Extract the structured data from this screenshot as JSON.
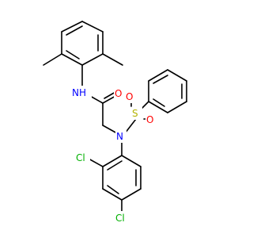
{
  "molecule": {
    "atoms": {
      "nh": {
        "text": "NH",
        "color": "#0000ff"
      },
      "o_carbonyl": {
        "text": "O",
        "color": "#ff0000"
      },
      "n_sulfonamide": {
        "text": "N",
        "color": "#0000ff"
      },
      "s": {
        "text": "S",
        "color": "#b3b300"
      },
      "o_s1": {
        "text": "O",
        "color": "#ff0000"
      },
      "o_s2": {
        "text": "O",
        "color": "#ff0000"
      },
      "cl1": {
        "text": "Cl",
        "color": "#00b000"
      },
      "cl2": {
        "text": "Cl",
        "color": "#00b000"
      }
    }
  }
}
